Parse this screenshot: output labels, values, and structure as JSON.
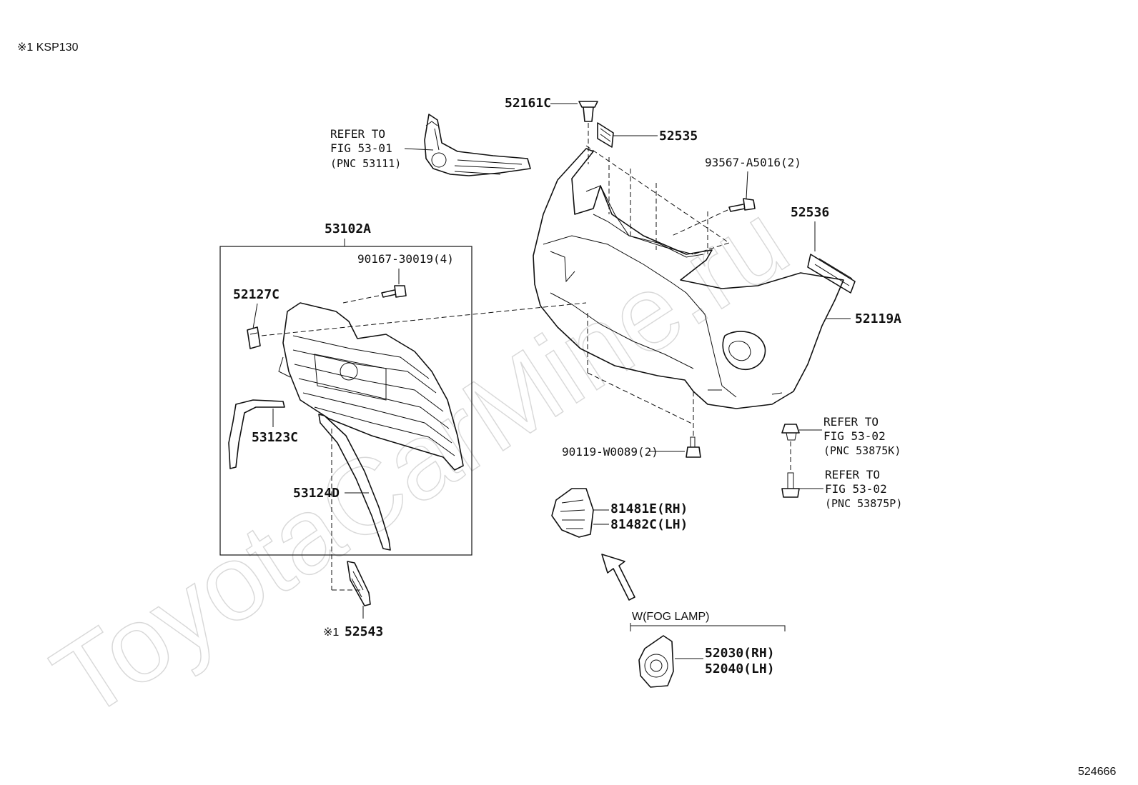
{
  "header_note": "※1  KSP130",
  "watermark": "ToyotaCarMine.ru",
  "figure_number": "524666",
  "parts": {
    "p52161C": "52161C",
    "p52535": "52535",
    "p93567": "93567-A5016(2)",
    "p52536": "52536",
    "p52119A": "52119A",
    "p53102A": "53102A",
    "p90167": "90167-30019(4)",
    "p52127C": "52127C",
    "p53123C": "53123C",
    "p53124D": "53124D",
    "p52543": "52543",
    "p52543_mark": "※1",
    "p90119": "90119-W0089(2)",
    "p81481E": "81481E(RH)",
    "p81482C": "81482C(LH)",
    "p52030": "52030(RH)",
    "p52040": "52040(LH)"
  },
  "refs": {
    "grille_ref": {
      "line1": "REFER TO",
      "line2": "FIG 53-01",
      "line3": "(PNC 53111)"
    },
    "clip_ref_k": {
      "line1": "REFER TO",
      "line2": "FIG 53-02",
      "line3": "(PNC 53875K)"
    },
    "clip_ref_p": {
      "line1": "REFER TO",
      "line2": "FIG 53-02",
      "line3": "(PNC 53875P)"
    }
  },
  "fog_group_label": "W(FOG LAMP)"
}
